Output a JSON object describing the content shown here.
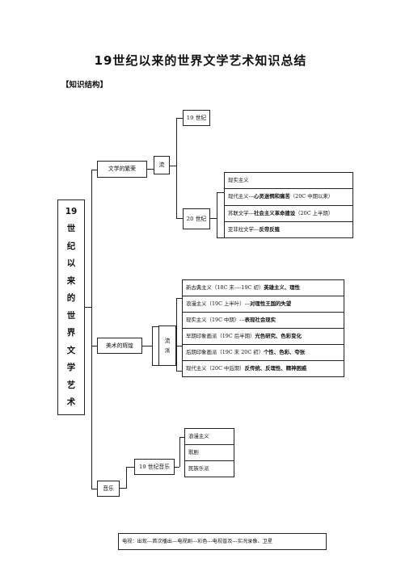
{
  "title": "19世纪以来的世界文学艺术知识总结",
  "heading": "【知识结构】",
  "root": {
    "chars": [
      "19",
      "世",
      "纪",
      "以",
      "来",
      "的",
      "世",
      "界",
      "文",
      "学",
      "艺",
      "术"
    ]
  },
  "literature": {
    "label": "文学的繁荣",
    "liu": "流",
    "c19": "19 世纪",
    "c20": "20 世纪",
    "items": [
      {
        "plain": "现实主义",
        "bold": ""
      },
      {
        "plain": "现代主义---",
        "bold": "心灵迷惘和痛苦",
        "tail": "（20C 中期以来）"
      },
      {
        "plain": "苏联文学---",
        "bold": "社会主义革命建设",
        "tail": "（20C 上半期）"
      },
      {
        "plain": "亚非拉文学---",
        "bold": "反帝反殖",
        "tail": ""
      }
    ]
  },
  "art": {
    "label": "美术的辉煌",
    "liupai": [
      "流",
      "派"
    ],
    "items": [
      {
        "plain": "新古典主义（18C 末----19C 初）",
        "bold": "英雄主义、理性"
      },
      {
        "plain": "浪漫主义（19C 上半叶）---",
        "bold": "对理性王国的失望"
      },
      {
        "plain": "现实主义（19C 中期）---",
        "bold": "表现社会现实"
      },
      {
        "plain": "早期印象画派（19C 后半期）",
        "bold": "光色研究、色彩变化"
      },
      {
        "plain": "后期印象画派（19C 末 20C 初）",
        "bold": "个性、色彩、夸张"
      },
      {
        "plain": "现代主义（20C 中后期）",
        "bold": "反传统、反理性、精神困惑"
      }
    ]
  },
  "music": {
    "label": "音乐",
    "c19": "19 世纪音乐",
    "items": [
      "浪漫主义",
      "歌剧",
      "民族乐派"
    ]
  },
  "tv": {
    "text": "电视：出现---首次播出---电视剧---彩色---电视普及---实况录像、卫星"
  }
}
